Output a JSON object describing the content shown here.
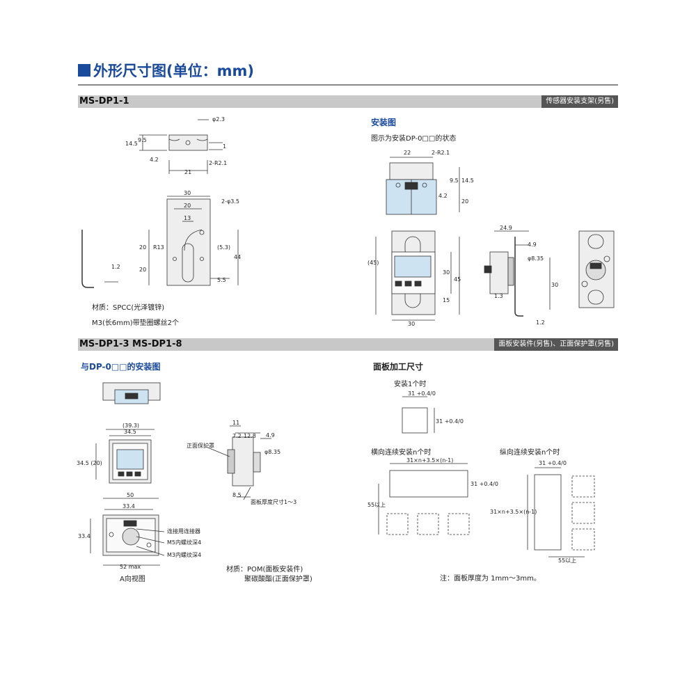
{
  "page": {
    "title": "外形尺寸图(单位：mm)"
  },
  "section1": {
    "model": "MS-DP1-1",
    "tag": "传感器安装支架(另售)",
    "material": "材质：SPCC(光泽镀锌)",
    "screws": "M3(长6mm)带垫圈螺丝2个",
    "dims": [
      "φ2.3",
      "14.5",
      "9.5",
      "1",
      "4.2",
      "21",
      "2-R2.1",
      "30",
      "20",
      "2-φ3.5",
      "13",
      "R13",
      "20",
      "(5.3)",
      "20",
      "44",
      "5.5",
      "1.2"
    ]
  },
  "mount": {
    "heading": "安装图",
    "note": "图示为安装DP-0□□的状态",
    "dims": [
      "22",
      "2-R2.1",
      "9.5",
      "14.5",
      "4.2",
      "20",
      "24.9",
      "4.9",
      "φ8.35",
      "(45)",
      "30",
      "45",
      "15",
      "30",
      "1.3",
      "30",
      "1.2"
    ]
  },
  "section2": {
    "model": "MS-DP1-3   MS-DP1-8",
    "tag": "面板安装件(另售)、正面保护罩(另售)",
    "install_heading": "与DP-0□□的安装图",
    "panel_heading": "面板加工尺寸",
    "dims": [
      "(39.3)",
      "34.5",
      "34.5 (20)",
      "11",
      "7.2",
      "12.8",
      "4.9",
      "φ8.35",
      "8.5",
      "50",
      "33.4",
      "33.4",
      "52 max"
    ],
    "labels": {
      "front_cover": "正面保护罩",
      "panel_thickness": "面板厚度尺寸1～3",
      "connector": "连接用连接器",
      "m5": "M5内螺纹深4",
      "m3": "M3内螺纹深4",
      "view_a": "A向视图",
      "material1": "材质：POM(面板安装件)",
      "material2": "聚碳酸酯(正面保护罩)"
    },
    "panel": {
      "single": "安装1个时",
      "horizontal": "横向连续安装n个时",
      "vertical": "纵向连续安装n个时",
      "dim_31": "31",
      "tol": "+0.4 / 0",
      "formula_h": "31×n+3.5×(n-1)",
      "formula_v": "31×n+3.5×(n-1)",
      "min55": "55以上",
      "note": "注：面板厚度为 1mm～3mm。"
    }
  }
}
